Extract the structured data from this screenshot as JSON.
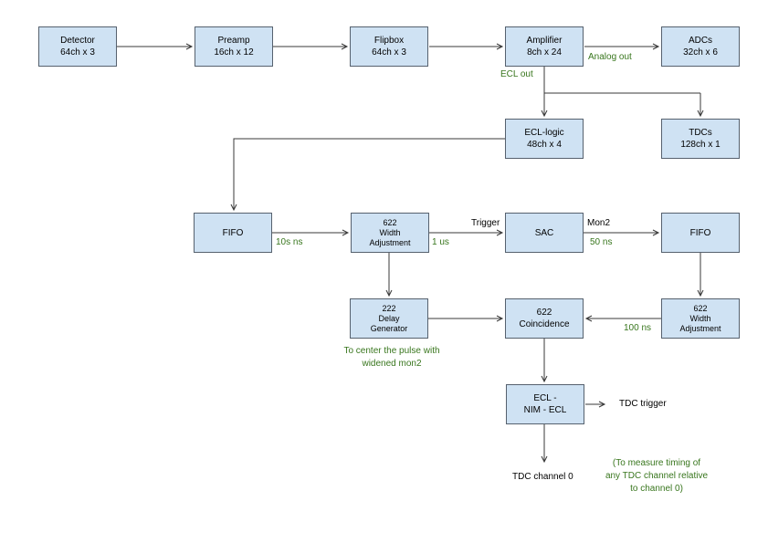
{
  "diagram": {
    "nodes": {
      "detector": {
        "lines": [
          "Detector",
          "64ch x 3"
        ]
      },
      "preamp": {
        "lines": [
          "Preamp",
          "16ch x 12"
        ]
      },
      "flipbox": {
        "lines": [
          "Flipbox",
          "64ch x 3"
        ]
      },
      "amplifier": {
        "lines": [
          "Amplifier",
          "8ch x 24"
        ]
      },
      "adcs": {
        "lines": [
          "ADCs",
          "32ch x 6"
        ]
      },
      "ecl_logic": {
        "lines": [
          "ECL-logic",
          "48ch x 4"
        ]
      },
      "tdcs": {
        "lines": [
          "TDCs",
          "128ch x 1"
        ]
      },
      "fifo_left": {
        "lines": [
          "FIFO"
        ]
      },
      "width_adjustment_left": {
        "lines": [
          "622",
          "Width",
          "Adjustment"
        ]
      },
      "sac": {
        "lines": [
          "SAC"
        ]
      },
      "fifo_right": {
        "lines": [
          "FIFO"
        ]
      },
      "delay_generator": {
        "lines": [
          "222",
          "Delay",
          "Generator"
        ]
      },
      "coincidence": {
        "lines": [
          "622",
          "Coincidence"
        ]
      },
      "width_adjustment_right": {
        "lines": [
          "622",
          "Width",
          "Adjustment"
        ]
      },
      "ecl_nim_ecl": {
        "lines": [
          "ECL -",
          "NIM - ECL"
        ]
      }
    },
    "edge_labels": {
      "analog_out": "Analog out",
      "ecl_out": "ECL out",
      "tens_ns": "10s ns",
      "trigger": "Trigger",
      "one_us": "1 us",
      "mon2": "Mon2",
      "fifty_ns": "50 ns",
      "hundred_ns": "100 ns"
    },
    "terminals": {
      "tdc_trigger": "TDC trigger",
      "tdc_channel_0": "TDC channel 0"
    },
    "annotations": {
      "center_pulse": {
        "line1": "To center the pulse with",
        "line2": "widened mon2"
      },
      "measure_timing": {
        "line1": "(To measure timing of",
        "line2": "any TDC channel relative",
        "line3": "to channel 0)"
      }
    },
    "colors": {
      "box_fill": "#cfe2f3",
      "box_border": "#56616e",
      "connector": "#383838",
      "label_green": "#38761d",
      "label_black": "#000000"
    }
  }
}
